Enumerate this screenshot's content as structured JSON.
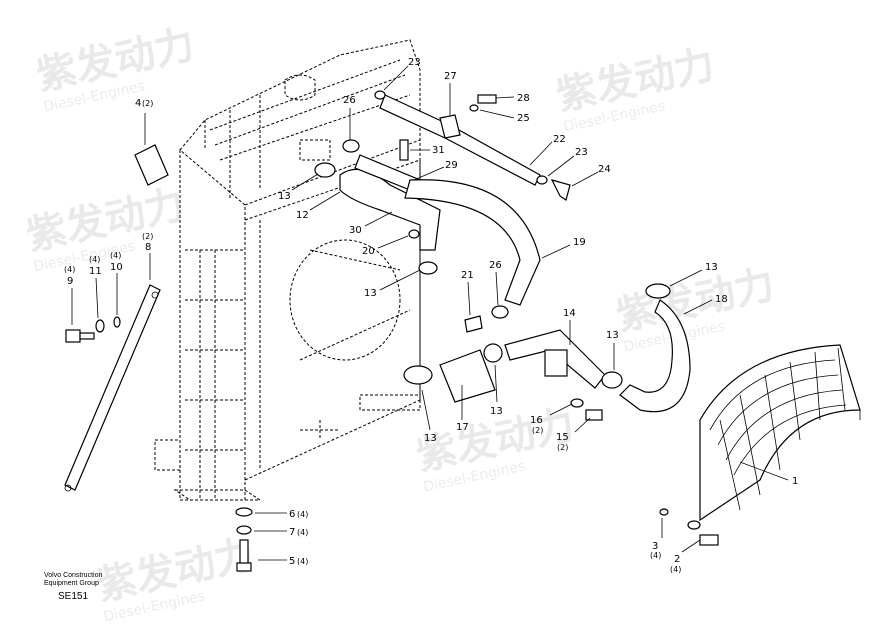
{
  "watermark": {
    "brand": "紫发动力",
    "sub": "Diesel-Engines"
  },
  "credit_lines": [
    "Volvo Construction",
    "Equipment Group"
  ],
  "drawing_code": "SE151",
  "callouts": [
    {
      "id": "c1",
      "num": "1",
      "qty": ""
    },
    {
      "id": "c2",
      "num": "2",
      "qty": "(4)"
    },
    {
      "id": "c3",
      "num": "3",
      "qty": "(4)"
    },
    {
      "id": "c4",
      "num": "4",
      "qty": "(2)"
    },
    {
      "id": "c5",
      "num": "5",
      "qty": "(4)"
    },
    {
      "id": "c6",
      "num": "6",
      "qty": "(4)"
    },
    {
      "id": "c7",
      "num": "7",
      "qty": "(4)"
    },
    {
      "id": "c8",
      "num": "8",
      "qty": "(2)"
    },
    {
      "id": "c9",
      "num": "9",
      "qty": "(4)"
    },
    {
      "id": "c10",
      "num": "10",
      "qty": "(4)"
    },
    {
      "id": "c11",
      "num": "11",
      "qty": "(4)"
    },
    {
      "id": "c12",
      "num": "12",
      "qty": ""
    },
    {
      "id": "c13a",
      "num": "13",
      "qty": ""
    },
    {
      "id": "c13b",
      "num": "13",
      "qty": ""
    },
    {
      "id": "c13c",
      "num": "13",
      "qty": ""
    },
    {
      "id": "c13d",
      "num": "13",
      "qty": ""
    },
    {
      "id": "c13e",
      "num": "13",
      "qty": ""
    },
    {
      "id": "c13f",
      "num": "13",
      "qty": ""
    },
    {
      "id": "c14",
      "num": "14",
      "qty": ""
    },
    {
      "id": "c15",
      "num": "15",
      "qty": "(2)"
    },
    {
      "id": "c16",
      "num": "16",
      "qty": "(2)"
    },
    {
      "id": "c17",
      "num": "17",
      "qty": ""
    },
    {
      "id": "c18",
      "num": "18",
      "qty": ""
    },
    {
      "id": "c19",
      "num": "19",
      "qty": ""
    },
    {
      "id": "c20",
      "num": "20",
      "qty": ""
    },
    {
      "id": "c21",
      "num": "21",
      "qty": ""
    },
    {
      "id": "c22",
      "num": "22",
      "qty": ""
    },
    {
      "id": "c23a",
      "num": "23",
      "qty": ""
    },
    {
      "id": "c23b",
      "num": "23",
      "qty": ""
    },
    {
      "id": "c24",
      "num": "24",
      "qty": ""
    },
    {
      "id": "c25",
      "num": "25",
      "qty": ""
    },
    {
      "id": "c26a",
      "num": "26",
      "qty": ""
    },
    {
      "id": "c26b",
      "num": "26",
      "qty": ""
    },
    {
      "id": "c27",
      "num": "27",
      "qty": ""
    },
    {
      "id": "c28",
      "num": "28",
      "qty": ""
    },
    {
      "id": "c29",
      "num": "29",
      "qty": ""
    },
    {
      "id": "c30",
      "num": "30",
      "qty": ""
    },
    {
      "id": "c31",
      "num": "31",
      "qty": ""
    }
  ]
}
